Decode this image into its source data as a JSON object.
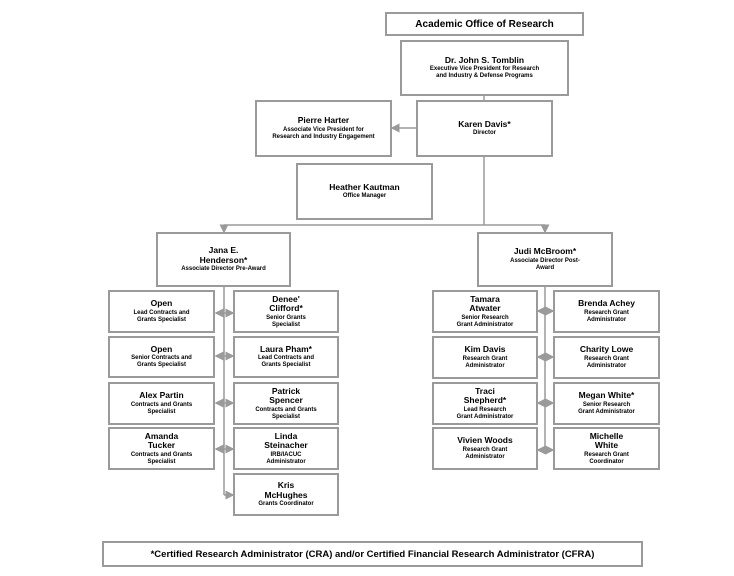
{
  "header": {
    "title": "Academic Office of Research"
  },
  "top": [
    {
      "id": "tomblin",
      "name": "Dr. John S. Tomblin",
      "title": "Executive Vice President for Research and Industry & Defense Programs"
    },
    {
      "id": "harter",
      "name": "Pierre Harter",
      "title": "Associate Vice President for Research and Industry Engagement"
    },
    {
      "id": "davis",
      "name": "Karen Davis*",
      "title": "Director"
    },
    {
      "id": "kautman",
      "name": "Heather Kautman",
      "title": "Office Manager"
    },
    {
      "id": "henderson",
      "name": "Jana E. Henderson*",
      "title": "Associate Director Pre-Award"
    },
    {
      "id": "mcbroom",
      "name": "Judi McBroom*",
      "title": "Associate Director Post-Award"
    }
  ],
  "pre_award_left": [
    {
      "name": "Open",
      "title": "Lead Contracts and Grants Specialist"
    },
    {
      "name": "Open",
      "title": "Senior Contracts and Grants Specialist"
    },
    {
      "name": "Alex Partin",
      "title": "Contracts and Grants Specialist"
    },
    {
      "name": "Amanda Tucker",
      "title": "Contracts and Grants Specialist"
    }
  ],
  "pre_award_right": [
    {
      "name": "Denee' Clifford*",
      "title": "Senior Grants Specialist"
    },
    {
      "name": "Laura Pham*",
      "title": "Lead Contracts and Grants Specialist"
    },
    {
      "name": "Patrick Spencer",
      "title": "Contracts and Grants Specialist"
    },
    {
      "name": "Linda Steinacher",
      "title": "IRB/IACUC Administrator"
    },
    {
      "name": "Kris McHughes",
      "title": "Grants Coordinator"
    }
  ],
  "post_award_left": [
    {
      "name": "Tamara Atwater",
      "title": "Senior Research Grant Administrator"
    },
    {
      "name": "Kim Davis",
      "title": "Research Grant Administrator"
    },
    {
      "name": "Traci Shepherd*",
      "title": "Lead Research Grant Administrator"
    },
    {
      "name": "Vivien Woods",
      "title": "Research Grant Administrator"
    }
  ],
  "post_award_right": [
    {
      "name": "Brenda Achey",
      "title": "Research Grant Administrator"
    },
    {
      "name": "Charity Lowe",
      "title": "Research Grant Administrator"
    },
    {
      "name": "Megan White*",
      "title": "Senior Research Grant Administrator"
    },
    {
      "name": "Michelle White",
      "title": "Research Grant Coordinator"
    }
  ],
  "footnote": "*Certified Research Administrator (CRA) and/or Certified Financial Research Administrator (CFRA)",
  "colors": {
    "border": "#9a9a9a",
    "line": "#9a9a9a",
    "text": "#000000"
  }
}
